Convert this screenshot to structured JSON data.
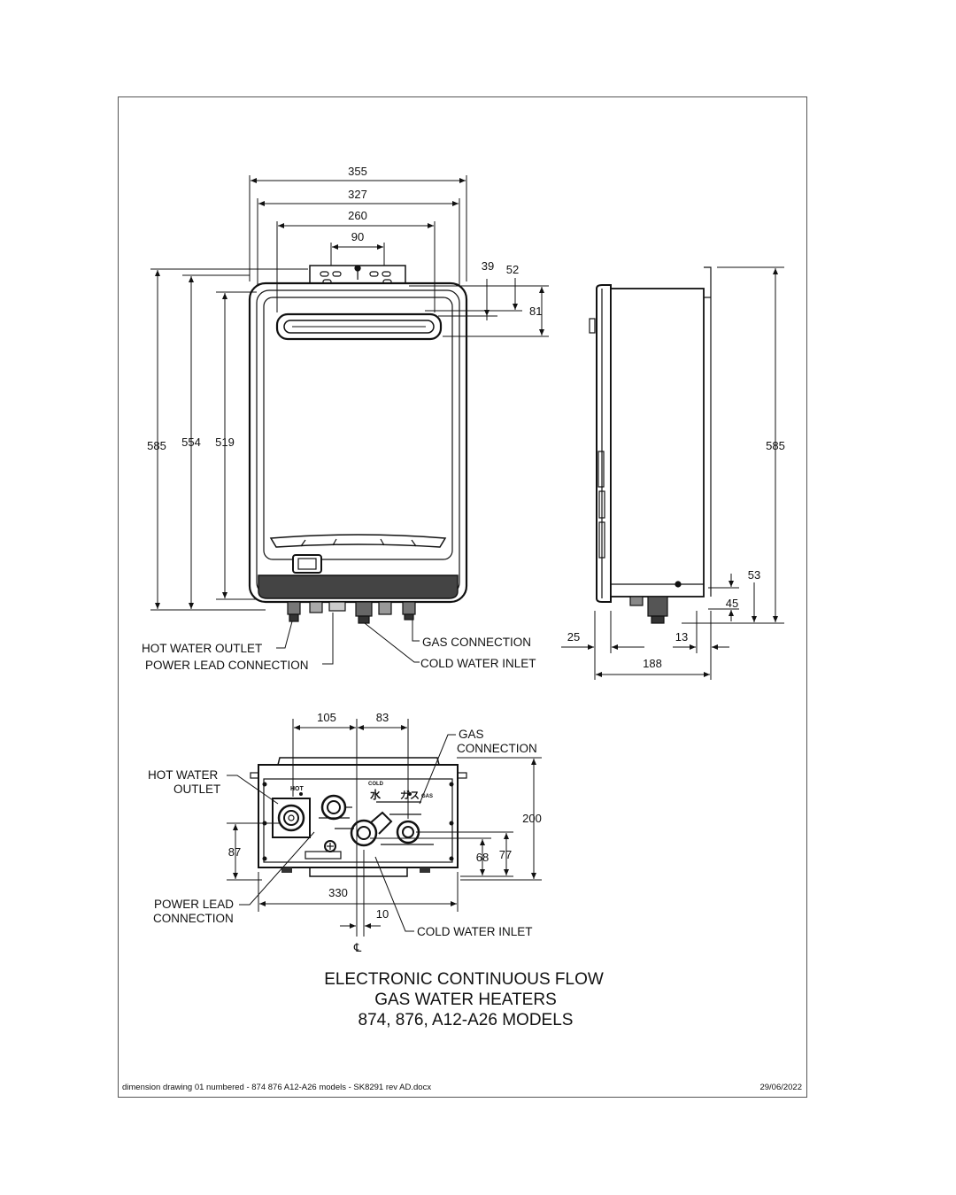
{
  "front_view": {
    "widths": [
      "355",
      "327",
      "260",
      "90"
    ],
    "top_offsets": [
      "39",
      "52",
      "81"
    ],
    "heights": [
      "585",
      "554",
      "519"
    ],
    "callouts": {
      "hot_water_outlet": "HOT WATER OUTLET",
      "power_lead_connection": "POWER LEAD CONNECTION",
      "gas_connection": "GAS CONNECTION",
      "cold_water_inlet": "COLD WATER INLET"
    }
  },
  "side_view": {
    "height": "585",
    "bottom_offsets": [
      "53",
      "45"
    ],
    "offset_13": "13",
    "offset_25": "25",
    "depth": "188"
  },
  "bottom_view": {
    "spacings": [
      "105",
      "83"
    ],
    "height_200": "200",
    "left_87": "87",
    "right_68": "68",
    "right_77": "77",
    "width_330": "330",
    "offset_10": "10",
    "centerline_symbol": "℄",
    "callouts": {
      "gas_connection_1": "GAS",
      "gas_connection_2": "CONNECTION",
      "hot_water_outlet_1": "HOT WATER",
      "hot_water_outlet_2": "OUTLET",
      "power_lead_1": "POWER LEAD",
      "power_lead_2": "CONNECTION",
      "cold_water_inlet": "COLD WATER INLET"
    },
    "fitting_labels": {
      "hot": "HOT",
      "cold": "COLD",
      "water_kanji": "水",
      "gas_kana": "ガス",
      "gas": "GAS"
    }
  },
  "title": {
    "line1": "ELECTRONIC CONTINUOUS FLOW",
    "line2": "GAS WATER HEATERS",
    "line3": "874, 876, A12-A26 MODELS"
  },
  "footer": {
    "filename": "dimension drawing 01 numbered - 874 876 A12-A26 models - SK8291 rev AD.docx",
    "date": "29/06/2022"
  }
}
